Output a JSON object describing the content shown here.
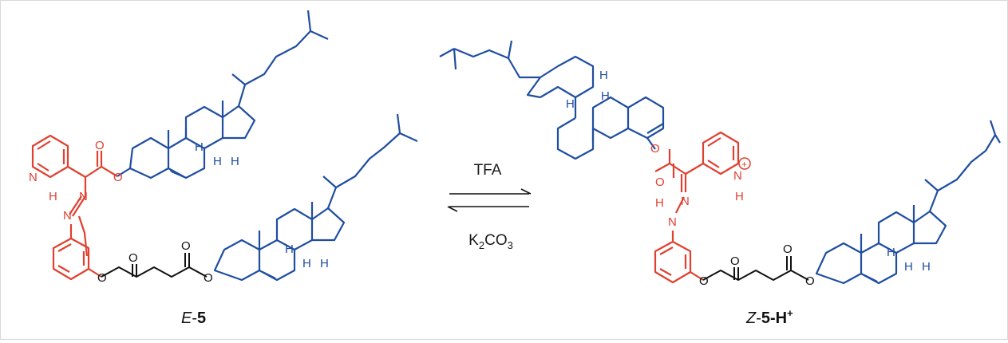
{
  "reaction": {
    "forward_condition": "TFA",
    "reverse_condition_main": "K",
    "reverse_condition_sub1": "2",
    "reverse_condition_mid": "CO",
    "reverse_condition_sub2": "3"
  },
  "left": {
    "label_prefix": "E",
    "label_dash": "-",
    "label_number": "5",
    "atoms": {
      "n": "N",
      "h": "H",
      "o": "O"
    }
  },
  "right": {
    "label_prefix": "Z",
    "label_dash": "-",
    "label_number": "5",
    "label_suffix": "-H",
    "label_charge": "+",
    "atoms": {
      "n": "N",
      "h": "H",
      "o": "O",
      "plus": "+"
    }
  },
  "colors": {
    "steroid": "#1f4ea1",
    "core": "#e0402f",
    "linker": "#111111"
  }
}
